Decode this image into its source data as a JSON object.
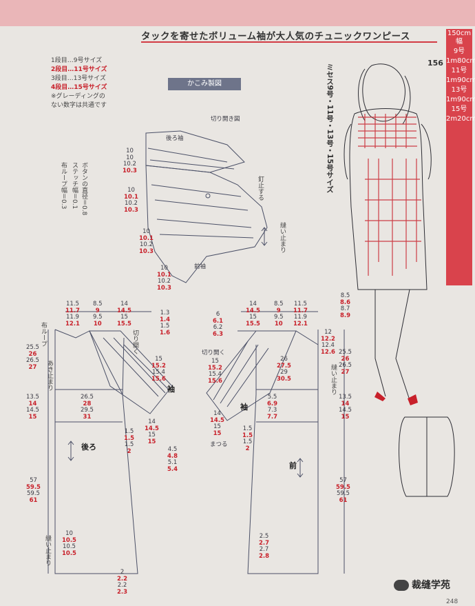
{
  "header": {
    "title": "タックを寄せたボリューム袖が大人気のチュニックワンピース",
    "page_number": "156"
  },
  "sidebar": {
    "items": [
      "150cm幅",
      "9号",
      "1m80cm",
      "11号",
      "1m90cm",
      "13号",
      "1m90cm",
      "15号",
      "2m20cm"
    ]
  },
  "sizes_vertical": "ミセス9号・11号・13号・15号サイズ",
  "legend": {
    "lines": [
      "1段目…9号サイズ",
      "2段目…11号サイズ",
      "3段目…13号サイズ",
      "4段目…15号サイズ",
      "※グレーディングの",
      "ない数字は共通です"
    ]
  },
  "section_label": "かこみ製図",
  "notes": {
    "button": "ボタンの直径＝0.8",
    "stitch": "ステッチ幅＝0.1",
    "loop": "布ループ幅＝0.3",
    "kirihiraki": "切り開き図",
    "ushiro_sode": "後ろ袖",
    "mae_sode": "前袖",
    "tome": "縫い止まり",
    "kugi": "釘止する",
    "kirihiraku": "切り開く",
    "sode": "袖",
    "ushiro": "後ろ",
    "mae": "前",
    "matsuru": "まつる",
    "aki": "あき止まり",
    "nui": "縫い止まり",
    "nunolu": "布ループ",
    "kiri2": "切り開く"
  },
  "colors": {
    "accent": "#d9434c",
    "highlight": "#c8202a",
    "paper": "#e9e6e2"
  },
  "watermark": "裁缝学苑",
  "page_footer": "248"
}
